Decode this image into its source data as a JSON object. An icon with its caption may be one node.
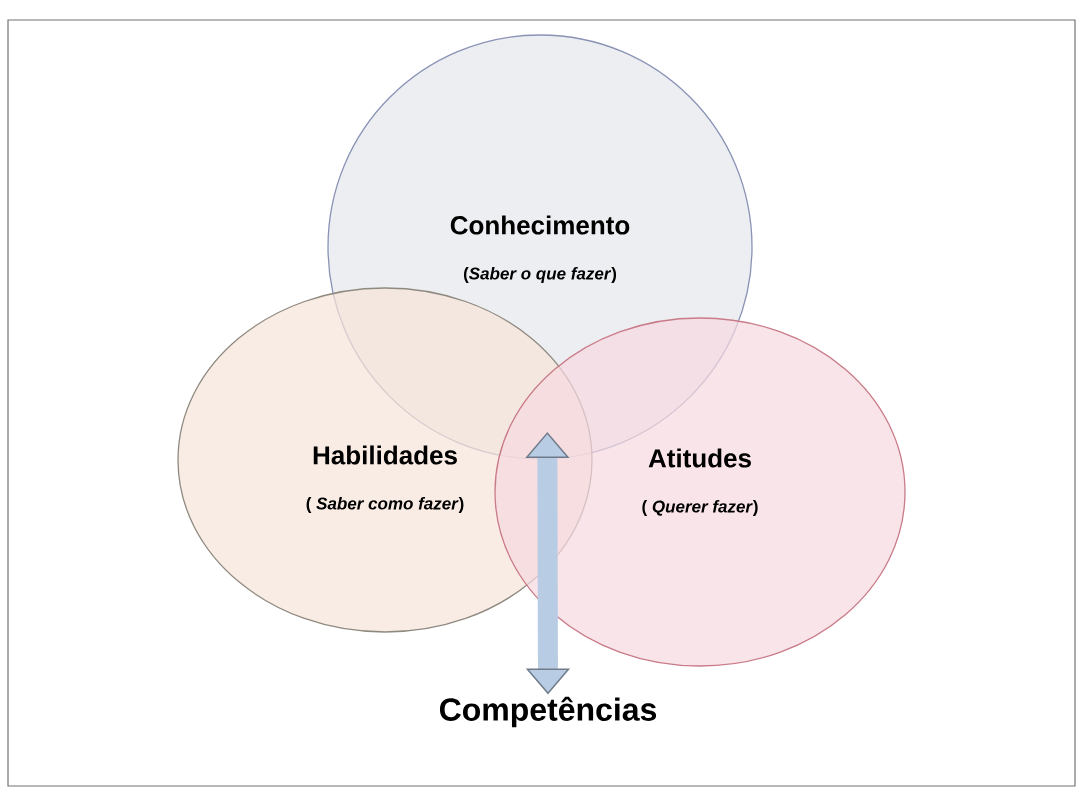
{
  "diagram": {
    "nodes": [
      {
        "text": [
          "Conhecimento",
          "(*Saber o que fazer*)"
        ]
      },
      {
        "text": [
          "Habilidades",
          "( *Saber como fazer*)"
        ]
      },
      {
        "text": [
          "Atitudes",
          "( *Querer fazer*)"
        ]
      },
      {
        "text": [
          "Competências"
        ]
      }
    ],
    "edges": [
      {
        "from": 0,
        "to": 3,
        "arrow": "both"
      },
      {
        "from": 1,
        "to": 3,
        "arrow": "both"
      },
      {
        "from": 2,
        "to": 3,
        "arrow": "both"
      }
    ]
  }
}
